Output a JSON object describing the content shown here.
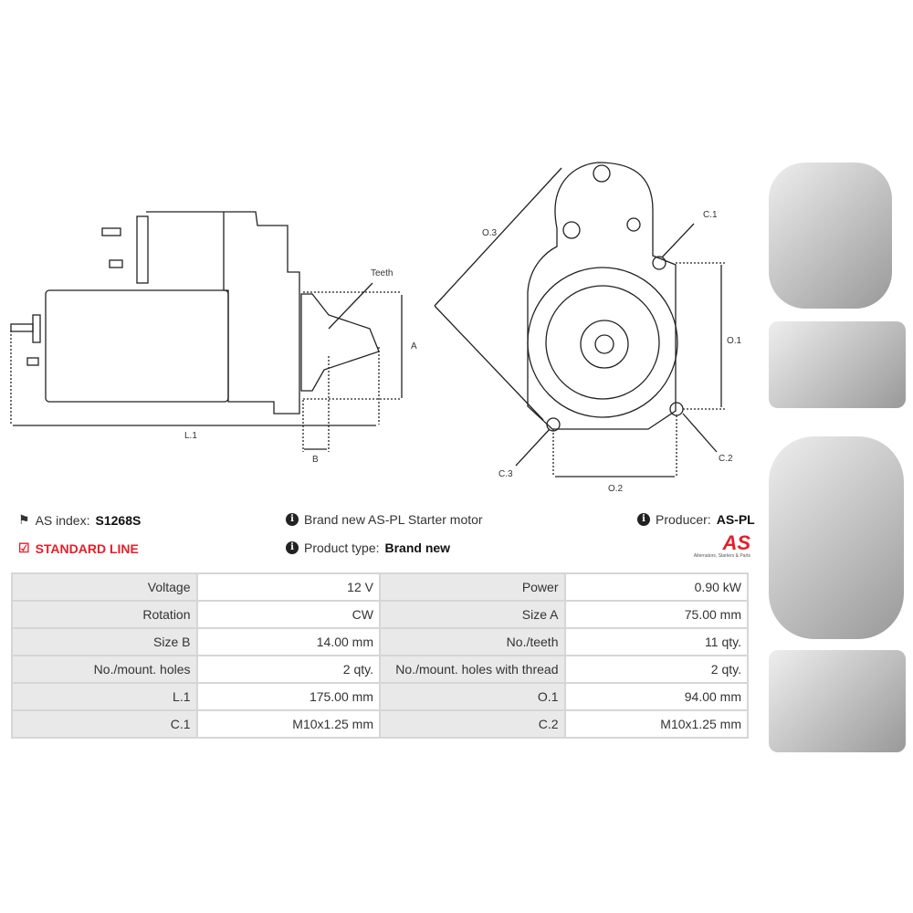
{
  "drawing": {
    "labels": {
      "teeth": "Teeth",
      "a": "A",
      "b": "B",
      "l1": "L.1",
      "o1": "O.1",
      "o2": "O.2",
      "o3": "O.3",
      "c1": "C.1",
      "c2": "C.2",
      "c3": "C.3"
    }
  },
  "info": {
    "as_index_label": "AS index:",
    "as_index_value": "S1268S",
    "line": "STANDARD LINE",
    "description": "Brand new AS-PL Starter motor",
    "product_type_label": "Product type:",
    "product_type_value": "Brand new",
    "producer_label": "Producer:",
    "producer_value": "AS-PL",
    "logo_text": "AS",
    "logo_tagline": "Alternators, Starters & Parts"
  },
  "specs": [
    [
      "Voltage",
      "12 V",
      "Power",
      "0.90 kW"
    ],
    [
      "Rotation",
      "CW",
      "Size A",
      "75.00 mm"
    ],
    [
      "Size B",
      "14.00 mm",
      "No./teeth",
      "11 qty."
    ],
    [
      "No./mount. holes",
      "2 qty.",
      "No./mount. holes with thread",
      "2 qty."
    ],
    [
      "L.1",
      "175.00 mm",
      "O.1",
      "94.00 mm"
    ],
    [
      "C.1",
      "M10x1.25 mm",
      "C.2",
      "M10x1.25 mm"
    ]
  ]
}
